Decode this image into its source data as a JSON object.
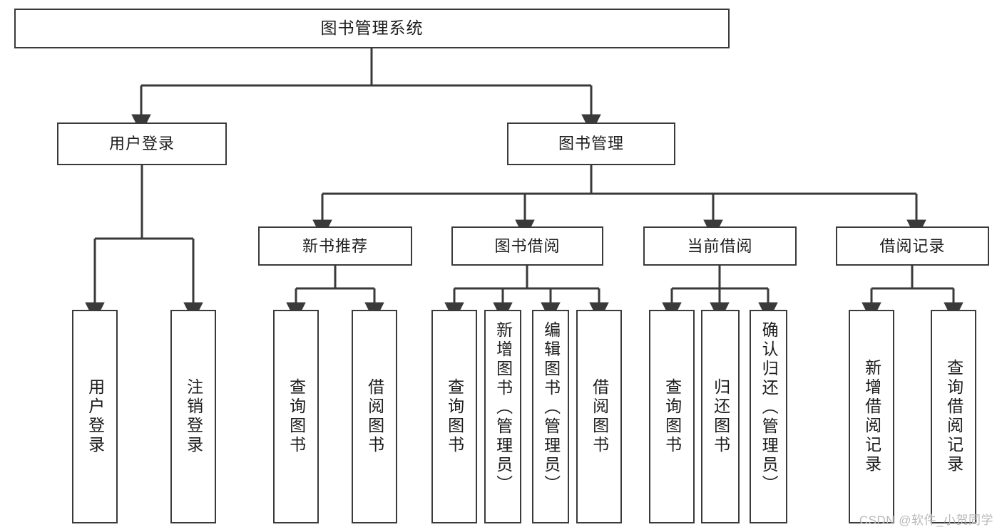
{
  "diagram": {
    "title": "图书管理系统",
    "type": "tree-hierarchy",
    "root": {
      "id": "root",
      "label": "图书管理系统"
    },
    "level2": [
      {
        "id": "user-login",
        "label": "用户登录"
      },
      {
        "id": "book-manage",
        "label": "图书管理"
      }
    ],
    "level3": [
      {
        "id": "new-book-rec",
        "label": "新书推荐"
      },
      {
        "id": "book-borrow",
        "label": "图书借阅"
      },
      {
        "id": "current-borrow",
        "label": "当前借阅"
      },
      {
        "id": "borrow-record",
        "label": "借阅记录"
      }
    ],
    "leaves": {
      "user_login": [
        {
          "id": "leaf-user-login",
          "label": "用户登录"
        },
        {
          "id": "leaf-logout-login",
          "label": "注销登录"
        }
      ],
      "new_book_rec": [
        {
          "id": "leaf-query-book-1",
          "label": "查询图书"
        },
        {
          "id": "leaf-borrow-book-1",
          "label": "借阅图书"
        }
      ],
      "book_borrow": [
        {
          "id": "leaf-query-book-2",
          "label": "查询图书"
        },
        {
          "id": "leaf-add-book",
          "label": "新增图书（管理员）"
        },
        {
          "id": "leaf-edit-book",
          "label": "编辑图书（管理员）"
        },
        {
          "id": "leaf-borrow-book-2",
          "label": "借阅图书"
        }
      ],
      "current_borrow": [
        {
          "id": "leaf-query-book-3",
          "label": "查询图书"
        },
        {
          "id": "leaf-return-book",
          "label": "归还图书"
        },
        {
          "id": "leaf-confirm-return",
          "label": "确认归还（管理员）"
        }
      ],
      "borrow_record": [
        {
          "id": "leaf-add-record",
          "label": "新增借阅记录"
        },
        {
          "id": "leaf-query-record",
          "label": "查询借阅记录"
        }
      ]
    }
  },
  "watermark": {
    "text": "CSDN @软件_小贺同学"
  },
  "colors": {
    "stroke": "#3a3a3a",
    "fill": "#ffffff",
    "text": "#1c1c1c",
    "watermark": "#b9b9b9"
  }
}
